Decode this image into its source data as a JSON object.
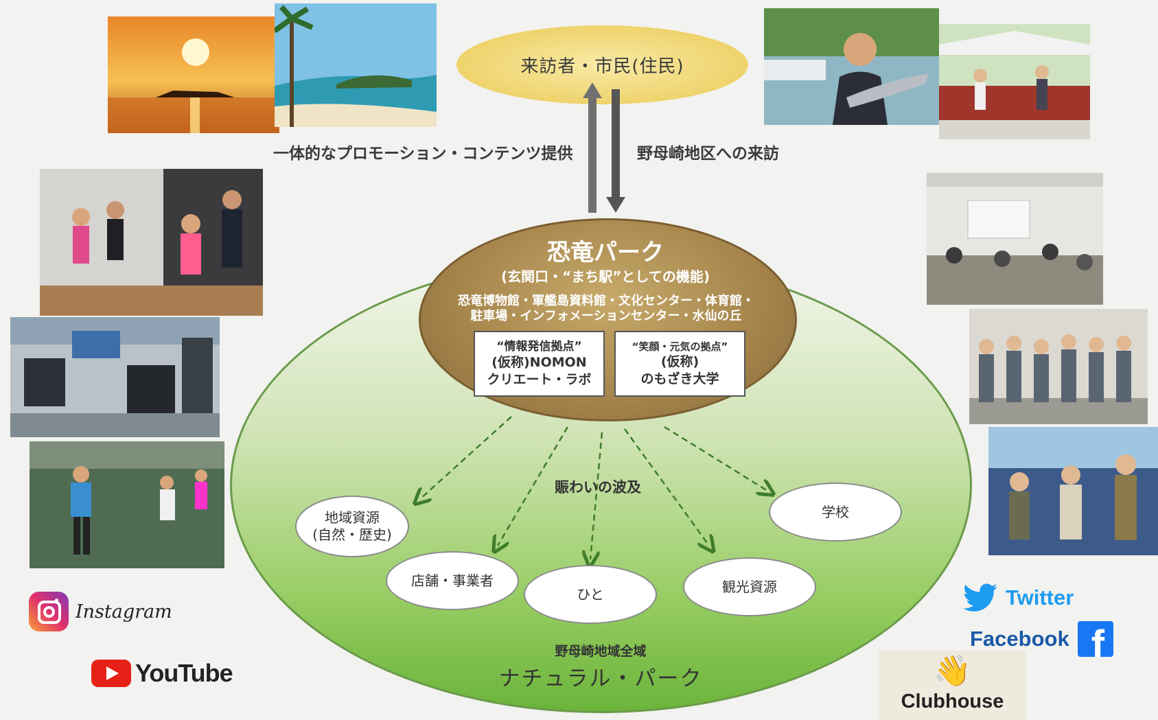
{
  "top_node": {
    "label": "来訪者・市民(住民)"
  },
  "arrows": {
    "left_label": "一体的なプロモーション・コンテンツ提供",
    "right_label": "野母崎地区への来訪"
  },
  "hub": {
    "title": "恐竜パーク",
    "subtitle": "(玄関口・“まち駅”としての機能)",
    "facilities_line1": "恐竜博物館・軍艦島資料館・文化センター・体育館・",
    "facilities_line2": "駐車場・インフォメーションセンター・水仙の丘",
    "box_left": {
      "line1": "“情報発信拠点”",
      "line2": "(仮称)NOMON",
      "line3": "クリエート・ラボ"
    },
    "box_right": {
      "line1": "“笑顔・元気の拠点”",
      "line2": "(仮称)",
      "line3": "のもざき大学"
    }
  },
  "spread_label": "賑わいの波及",
  "nodes": {
    "resources": {
      "line1": "地域資源",
      "line2": "(自然・歴史)"
    },
    "shops": "店舗・事業者",
    "people": "ひと",
    "tourism": "観光資源",
    "school": "学校"
  },
  "area": {
    "caption": "野母崎地域全域",
    "name": "ナチュラル・パーク"
  },
  "social": {
    "instagram": "Instagram",
    "youtube": "YouTube",
    "twitter": "Twitter",
    "facebook": "Facebook",
    "clubhouse": "Clubhouse"
  },
  "colors": {
    "gold_ellipse": "#f0d978",
    "hub_brown": "#a8874a",
    "green_light": "#eef3e4",
    "green_dark": "#72b83c",
    "arrow_dash": "#3f7d2a",
    "twitter_blue": "#1d9bf0",
    "facebook_blue": "#1877f2",
    "youtube_red": "#e62117"
  }
}
